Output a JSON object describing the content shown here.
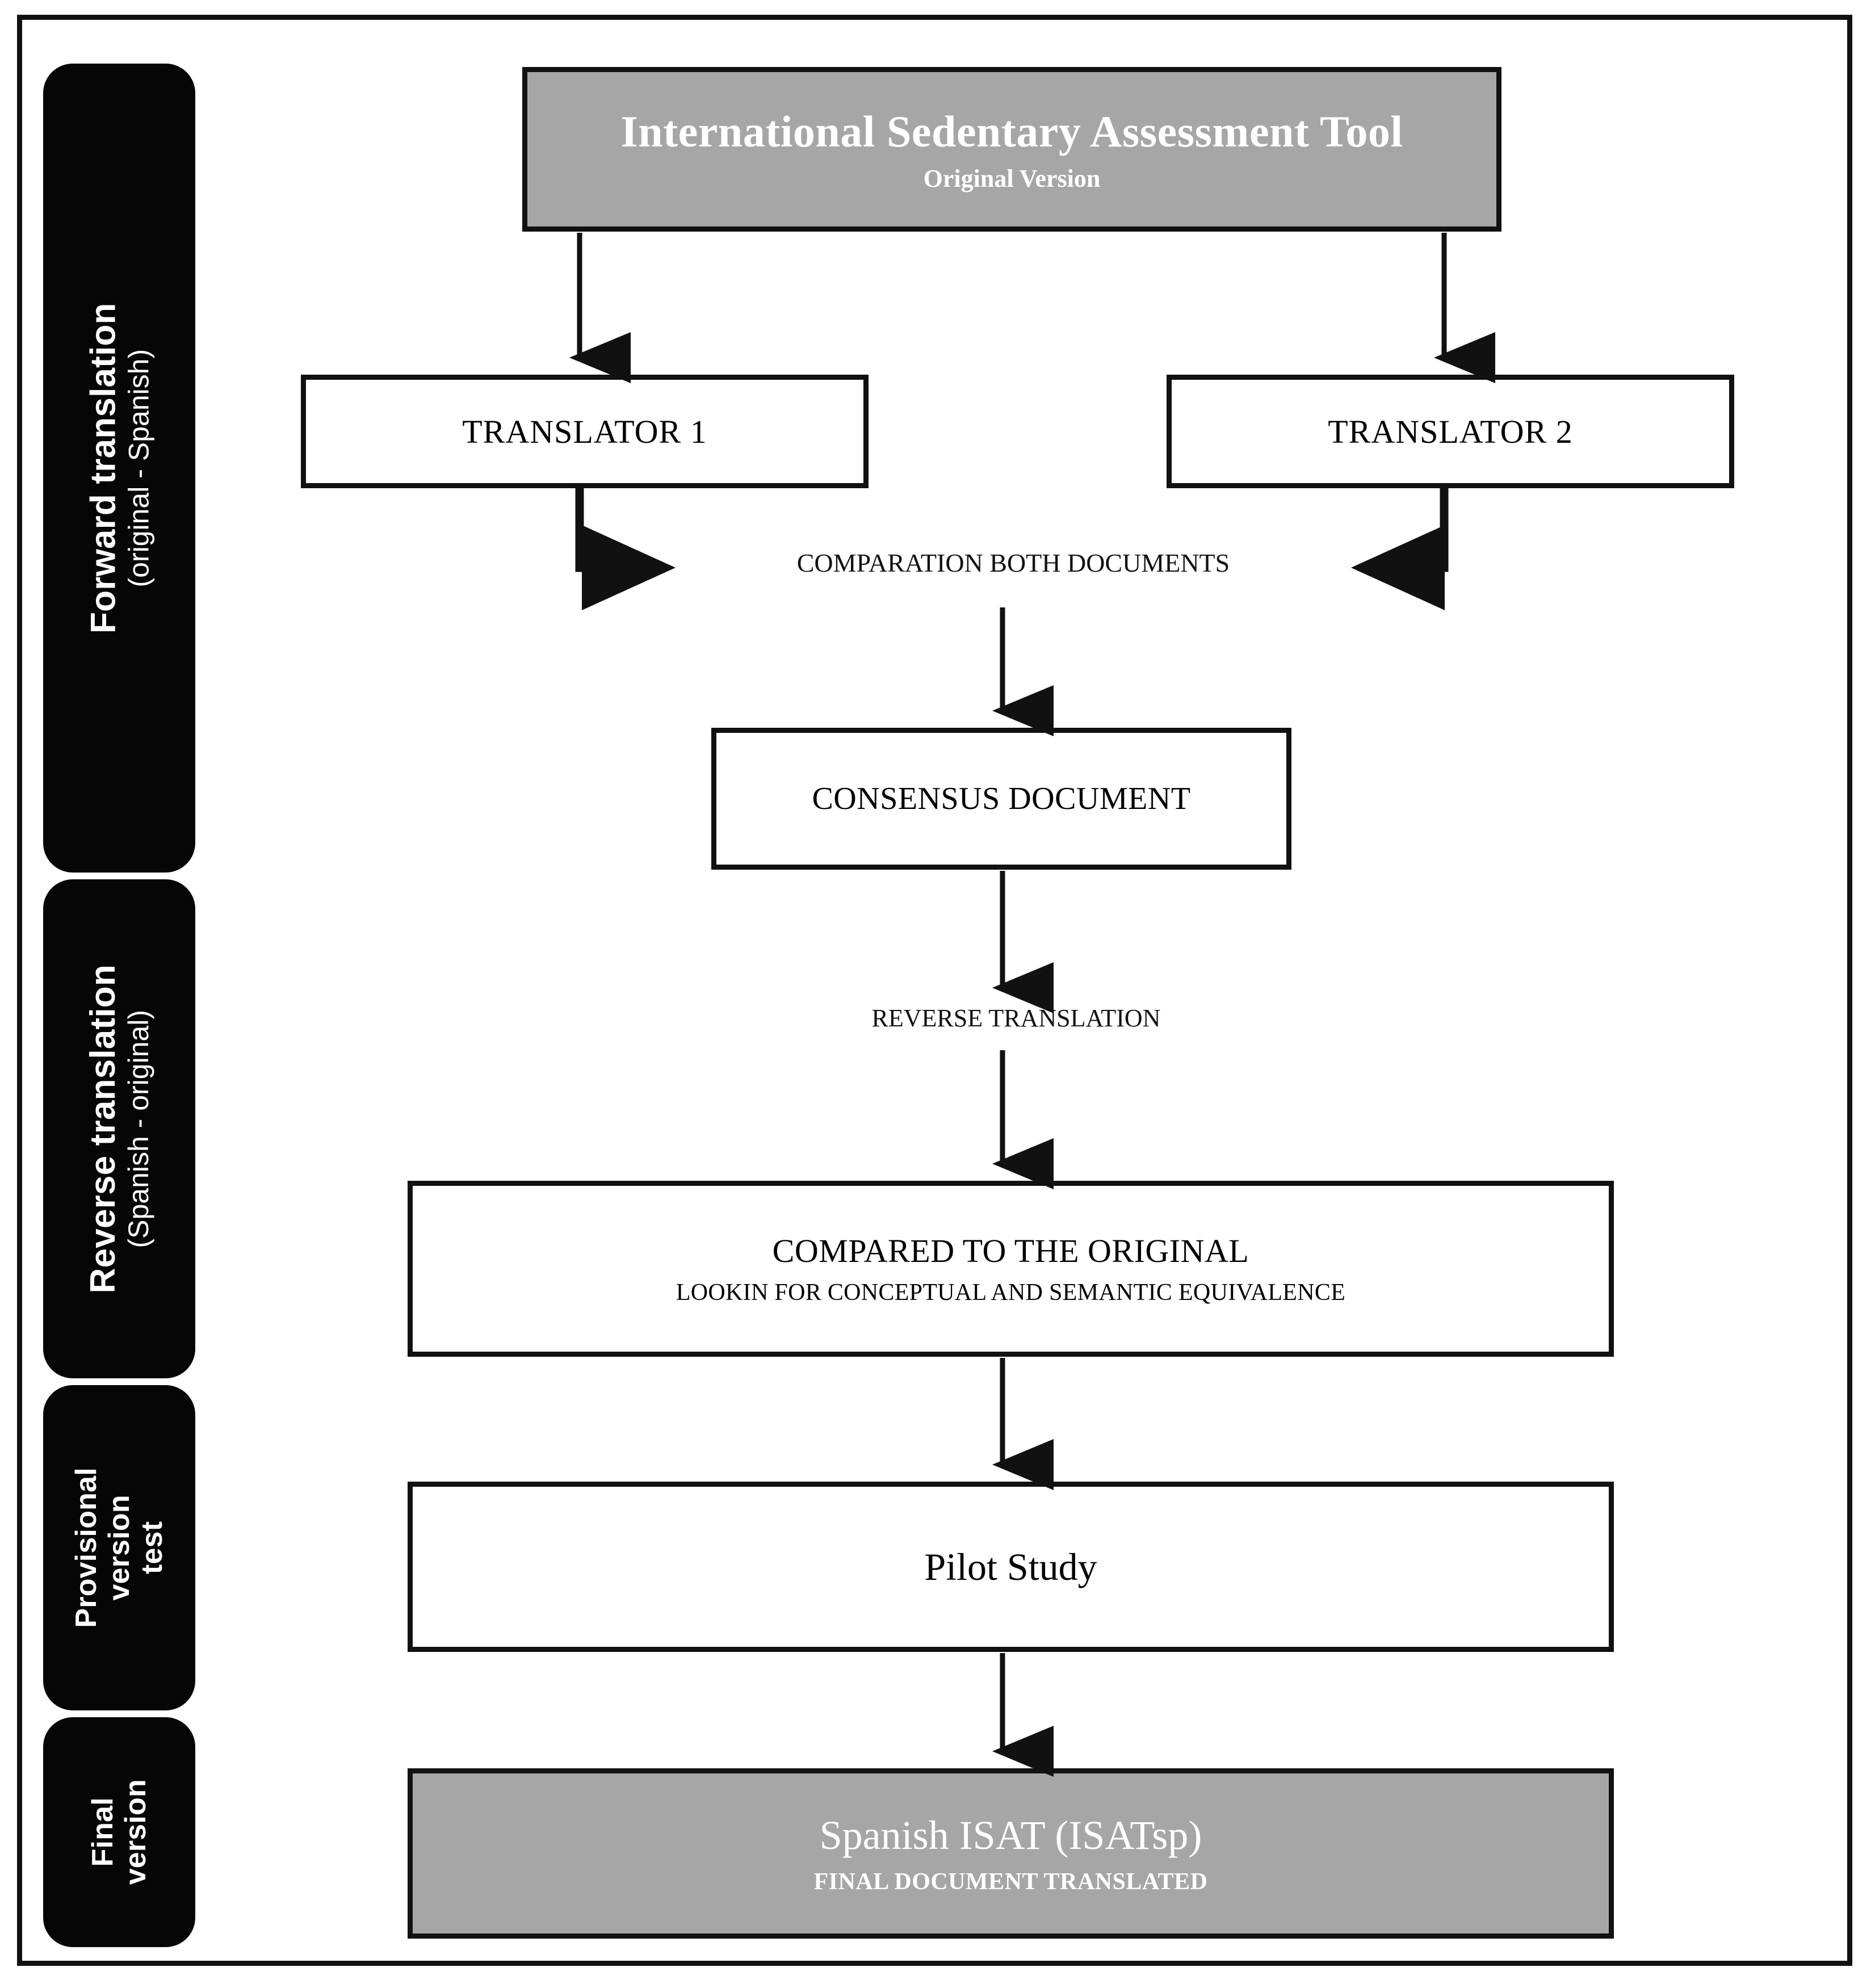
{
  "figure": {
    "title": "ISAT translation and cultural adaptation process flowchart"
  },
  "stages": [
    {
      "key": "forward",
      "title": "Forward translation",
      "subtitle": "(original - Spanish)"
    },
    {
      "key": "reverse",
      "title": "Reverse translation",
      "subtitle": "(Spanish - original)"
    },
    {
      "key": "provisional",
      "title": "Provisional version test",
      "subtitle": ""
    },
    {
      "key": "final",
      "title": "Final version",
      "subtitle": ""
    }
  ],
  "nodes": {
    "isat": {
      "line1": "International Sedentary Assessment Tool",
      "line2": "Original Version"
    },
    "translator1": {
      "line1": "TRANSLATOR 1"
    },
    "translator2": {
      "line1": "TRANSLATOR 2"
    },
    "consensus": {
      "line1": "CONSENSUS DOCUMENT"
    },
    "compared": {
      "line1": "COMPARED TO THE ORIGINAL",
      "line2": "LOOKIN FOR CONCEPTUAL AND SEMANTIC EQUIVALENCE"
    },
    "pilot": {
      "line1": "Pilot Study"
    },
    "final": {
      "line1": "Spanish ISAT (ISATsp)",
      "line2": "FINAL DOCUMENT TRANSLATED"
    }
  },
  "edge_labels": {
    "comparation": "COMPARATION BOTH DOCUMENTS",
    "reverse_translation": "REVERSE TRANSLATION"
  },
  "colors": {
    "shaded_node_fill": "#a6a6a6",
    "rail_fill": "#060606",
    "stroke": "#111111",
    "page_background": "#ffffff",
    "shaded_node_text": "#ffffff"
  }
}
